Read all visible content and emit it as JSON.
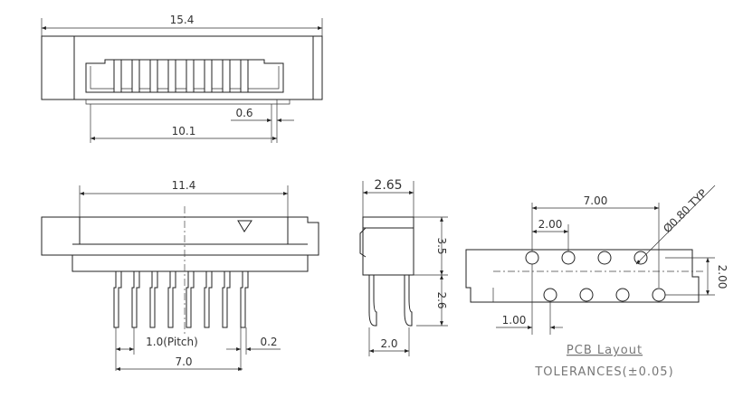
{
  "dimensions": {
    "top_width": "15.4",
    "top_offset": "0.6",
    "top_span": "10.1",
    "front_width": "11.4",
    "front_pitch": "1.0(Pitch)",
    "front_pin": "0.2",
    "front_span": "7.0",
    "side_depth": "2.65",
    "side_height": "3.5",
    "side_lead": "2.6",
    "side_base": "2.0",
    "pcb_span": "7.00",
    "pcb_pitch": "2.00",
    "pcb_hole": "Ø0.80 TYP",
    "pcb_row_gap": "2.00",
    "pcb_edge": "1.00"
  },
  "captions": {
    "pcb_title": "PCB Layout",
    "tolerance": "TOLERANCES(±0.05)"
  }
}
